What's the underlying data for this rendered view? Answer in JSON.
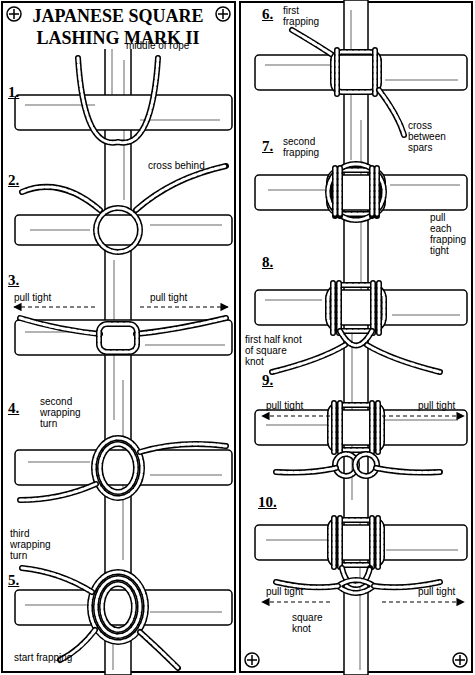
{
  "diagram": {
    "title": "JAPANESE SQUARE LASHING MARK II",
    "labels": [
      "1.",
      "middle of rope",
      "2.",
      "cross behind",
      "3.",
      "pull tight",
      "pull tight",
      "4.",
      "second wrapping turn",
      "third wrapping turn",
      "5.",
      "start frapping",
      "6.",
      "first frapping",
      "7.",
      "second frapping",
      "cross between spars",
      "8.",
      "pull each frapping tight",
      "first half knot of square knot",
      "9.",
      "pull tight",
      "pull tight",
      "10.",
      "pull tight",
      "pull tight",
      "square knot"
    ]
  }
}
